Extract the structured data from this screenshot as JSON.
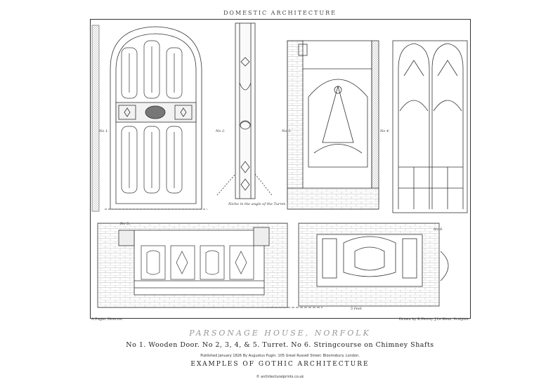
{
  "header": {
    "running_title": "DOMESTIC ARCHITECTURE"
  },
  "figures": {
    "no1": "No 1.",
    "no2": "No 2.",
    "no3": "No 3.",
    "no4": "No 4.",
    "no5": "No 5.",
    "no6": "No 6.",
    "niche_caption": "Niche in the angle of the Turret.",
    "scale_label": "5 Feet"
  },
  "credits": {
    "left": "A.Pugin. Director.",
    "right": "Drawn by B.Ferrey. J.Le Keux. Sculptor."
  },
  "plate_title": "PARSONAGE HOUSE, NORFOLK",
  "plate_subtitle": "No 1. Wooden Door. No 2, 3, 4, & 5. Turret. No 6. Stringcourse on Chimney Shafts",
  "publisher_line": "Published January 1826 By Augustus Pugin. 105 Great Russell Street. Bloomsbury. London.",
  "series_title": "EXAMPLES OF GOTHIC ARCHITECTURE",
  "copyright": "© architecturalprints.co.uk"
}
